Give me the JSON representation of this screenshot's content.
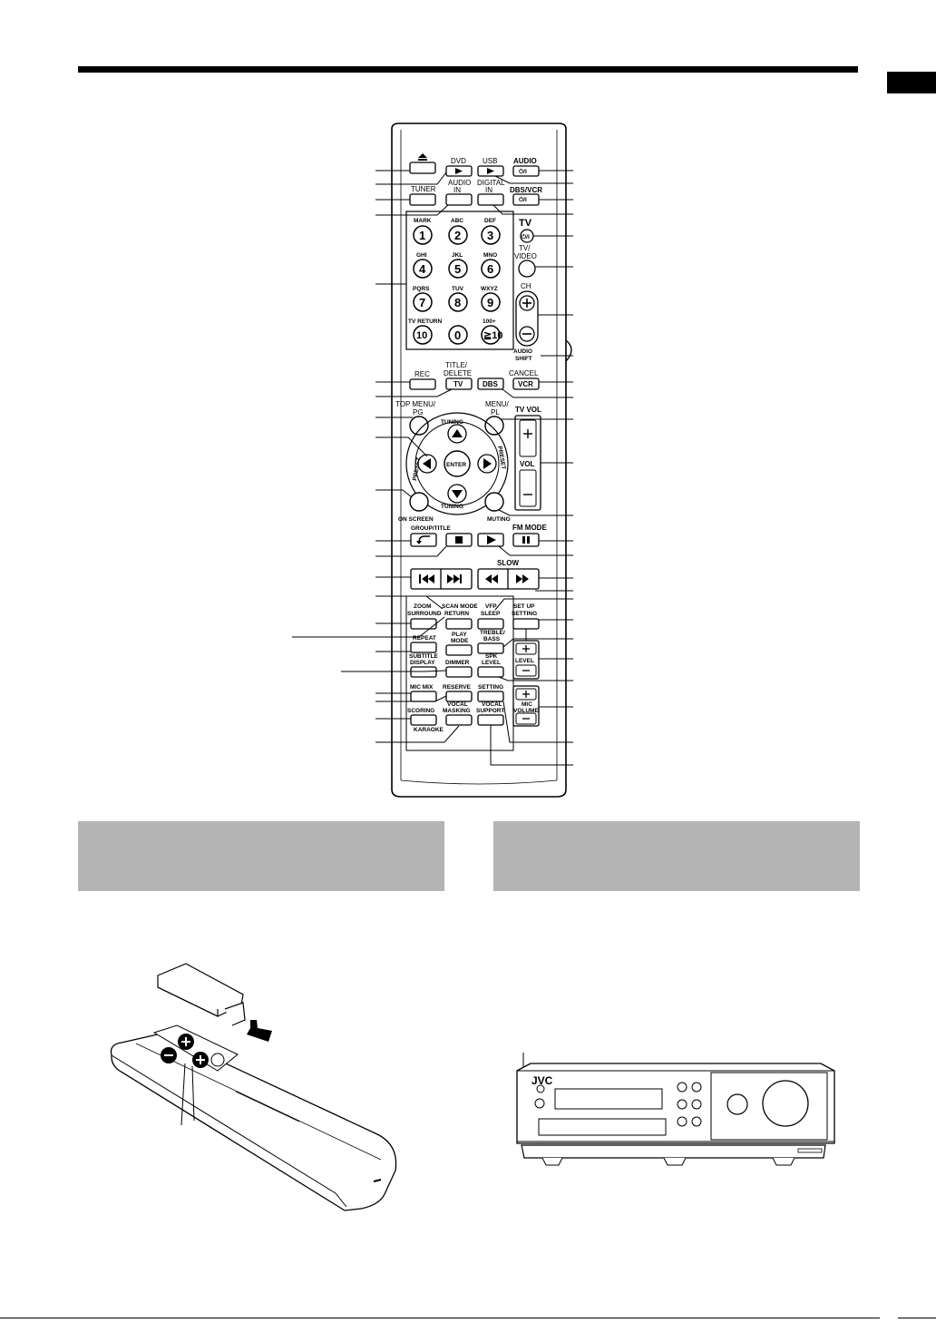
{
  "remote": {
    "row1": {
      "dvd": "DVD",
      "usb": "USB",
      "audio": "AUDIO"
    },
    "row2": {
      "tuner": "TUNER",
      "audio_in_1": "AUDIO",
      "audio_in_2": "IN",
      "digital_in_1": "DIGITAL",
      "digital_in_2": "IN",
      "dbs_vcr": "DBS/VCR"
    },
    "power_symbol": "⏻/I",
    "keypad": [
      {
        "letters": "MARK",
        "digit": "1"
      },
      {
        "letters": "ABC",
        "digit": "2"
      },
      {
        "letters": "DEF",
        "digit": "3"
      },
      {
        "letters": "GHI",
        "digit": "4"
      },
      {
        "letters": "JKL",
        "digit": "5"
      },
      {
        "letters": "MNO",
        "digit": "6"
      },
      {
        "letters": "PQRS",
        "digit": "7"
      },
      {
        "letters": "TUV",
        "digit": "8"
      },
      {
        "letters": "WXYZ",
        "digit": "9"
      },
      {
        "letters": "TV RETURN",
        "digit": "10"
      },
      {
        "letters": "",
        "digit": "0"
      },
      {
        "letters": "100+",
        "digit": "≧10"
      }
    ],
    "tv_label": "TV",
    "tv_video_1": "TV/",
    "tv_video_2": "VIDEO",
    "ch": "CH",
    "audio_shift_1": "AUDIO",
    "audio_shift_2": "SHIFT",
    "rec": "REC",
    "title_delete_1": "TITLE/",
    "title_delete_2": "DELETE",
    "tv_btn": "TV",
    "dbs_btn": "DBS",
    "cancel": "CANCEL",
    "vcr_btn": "VCR",
    "top_menu_1": "TOP MENU/",
    "top_menu_2": "PG",
    "menu_1": "MENU/",
    "menu_2": "PL",
    "tuning_top": "TUNING",
    "tuning_bottom": "TUNING",
    "preset_left": "PRESET",
    "preset_right": "PRESET",
    "enter": "ENTER",
    "tv_vol": "TV VOL",
    "vol": "VOL",
    "on_screen": "ON SCREEN",
    "muting": "MUTING",
    "group_title": "GROUP/TITLE",
    "fm_mode": "FM MODE",
    "slow": "SLOW",
    "zoom": "ZOOM",
    "surround": "SURROUND",
    "scan_mode": "SCAN MODE",
    "return": "RETURN",
    "vfp": "VFP",
    "sleep": "SLEEP",
    "set_up": "SET UP",
    "setting": "SETTING",
    "repeat": "REPEAT",
    "play": "PLAY",
    "mode": "MODE",
    "treble": "TREBLE/",
    "bass": "BASS",
    "subtitle": "SUBTITLE",
    "display": "DISPLAY",
    "dimmer": "DIMMER",
    "spk": "SPK",
    "level_small": "LEVEL",
    "level": "LEVEL",
    "mic_mix": "MIC MIX",
    "reserve": "RESERVE",
    "setting2": "SETTING",
    "mic": "MIC",
    "volume": "VOLUME",
    "scoring": "SCORING",
    "vocal_masking_1": "VOCAL",
    "vocal_masking_2": "MASKING",
    "vocal_support_1": "VOCAL",
    "vocal_support_2": "SUPPORT",
    "karaoke": "KARAOKE"
  },
  "unit": {
    "brand": "JVC"
  },
  "colors": {
    "section_box": "#b4b4b4"
  }
}
